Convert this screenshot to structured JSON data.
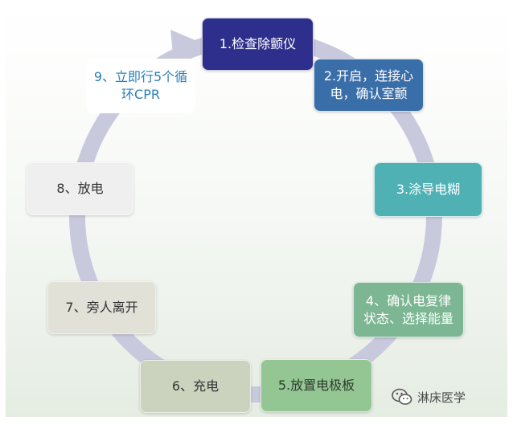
{
  "steps": [
    {
      "label": "1.检查除颤仪"
    },
    {
      "label": "2.开启，连接心\n电，确认室颤"
    },
    {
      "label": "3.涂导电糊"
    },
    {
      "label": "4、确认电复律\n状态、选择能量"
    },
    {
      "label": "5.放置电极板"
    },
    {
      "label": "6、充电"
    },
    {
      "label": "7、旁人离开"
    },
    {
      "label": "8、放电"
    },
    {
      "label": "9、立即行5个循\n环CPR"
    }
  ],
  "watermark": {
    "text": "淋床医学",
    "icon": "wechat-icon"
  },
  "colors": {
    "ring": "#c9c9dd",
    "step1": "#2e2f8c",
    "step2": "#3a6ea8",
    "step3": "#4fb1b4",
    "step4": "#7cb693",
    "step5": "#93c693",
    "step6": "#cbd2bd",
    "step7": "#e1e1d8",
    "step8": "#efefef",
    "step9_text": "#2a7fb8"
  }
}
